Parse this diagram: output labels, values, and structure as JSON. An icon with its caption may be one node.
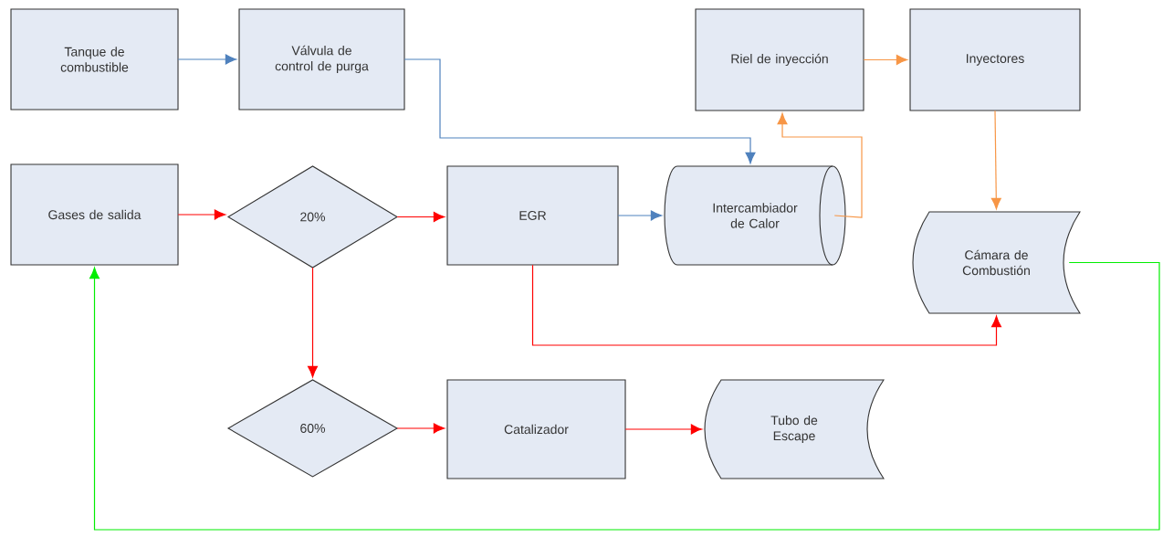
{
  "diagram": {
    "nodes": [
      {
        "text": [
          "Tanque de combustible"
        ]
      },
      {
        "text": [
          "Válvula de control de purga"
        ]
      },
      {
        "text": [
          "Riel de inyección"
        ]
      },
      {
        "text": [
          "Inyectores"
        ]
      },
      {
        "text": [
          "Gases de salida"
        ]
      },
      {
        "text": [
          "20%"
        ]
      },
      {
        "text": [
          "EGR"
        ]
      },
      {
        "text": [
          "Intercambiador de Calor"
        ]
      },
      {
        "text": [
          "Cámara de Combustión"
        ]
      },
      {
        "text": [
          "60%"
        ]
      },
      {
        "text": [
          "Catalizador"
        ]
      },
      {
        "text": [
          "Tubo de Escape"
        ]
      }
    ],
    "edges": [
      {
        "from": 0,
        "to": 1,
        "arrow": "to",
        "color": "#4f81bd"
      },
      {
        "from": 1,
        "to": 7,
        "arrow": "to",
        "color": "#4f81bd"
      },
      {
        "from": 6,
        "to": 7,
        "arrow": "to",
        "color": "#4f81bd"
      },
      {
        "from": 7,
        "to": 2,
        "arrow": "to",
        "color": "#f79646"
      },
      {
        "from": 2,
        "to": 3,
        "arrow": "to",
        "color": "#f79646"
      },
      {
        "from": 3,
        "to": 8,
        "arrow": "to",
        "color": "#f79646"
      },
      {
        "from": 4,
        "to": 5,
        "arrow": "to",
        "color": "#ff0000"
      },
      {
        "from": 5,
        "to": 6,
        "arrow": "to",
        "color": "#ff0000"
      },
      {
        "from": 5,
        "to": 9,
        "arrow": "to",
        "color": "#ff0000"
      },
      {
        "from": 6,
        "to": 8,
        "arrow": "to",
        "color": "#ff0000"
      },
      {
        "from": 9,
        "to": 10,
        "arrow": "to",
        "color": "#ff0000"
      },
      {
        "from": 10,
        "to": 11,
        "arrow": "to",
        "color": "#ff0000"
      },
      {
        "from": 8,
        "to": 4,
        "arrow": "to",
        "color": "#00ee00"
      }
    ]
  }
}
